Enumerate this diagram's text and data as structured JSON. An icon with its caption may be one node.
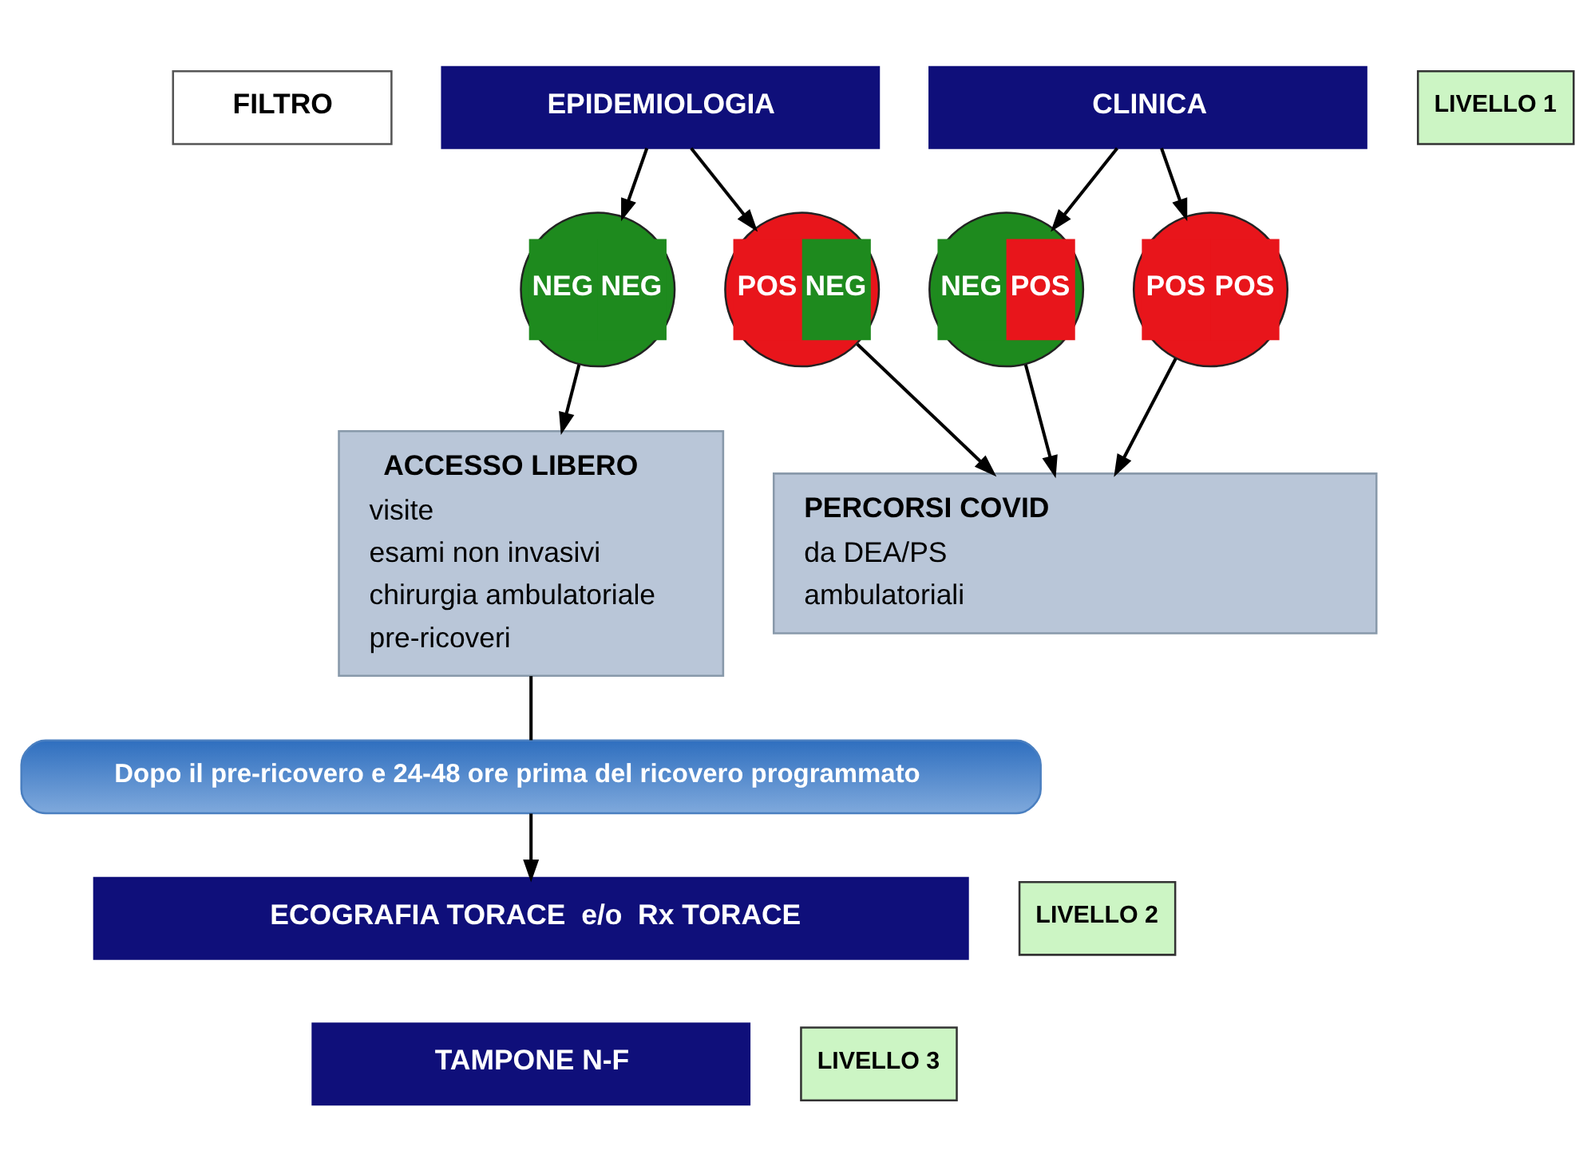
{
  "diagram": {
    "nodes": [
      {
        "text": [
          "FILTRO"
        ]
      },
      {
        "text": [
          "EPIDEMIOLOGIA"
        ]
      },
      {
        "text": [
          "CLINICA"
        ]
      },
      {
        "text": [
          "LIVELLO 1"
        ]
      },
      {
        "text": [
          "NEG",
          "NEG"
        ]
      },
      {
        "text": [
          "POS",
          "NEG"
        ]
      },
      {
        "text": [
          "NEG",
          "POS"
        ]
      },
      {
        "text": [
          "POS",
          "POS"
        ]
      },
      {
        "text": [
          "ACCESSO LIBERO",
          "visite",
          "esami non invasivi",
          "chirurgia ambulatoriale",
          "pre-ricoveri"
        ]
      },
      {
        "text": [
          "PERCORSI COVID",
          "da DEA/PS",
          "ambulatoriali"
        ]
      },
      {
        "text": [
          "Dopo il pre-ricovero e 24-48 ore prima del ricovero programmato"
        ]
      },
      {
        "text": [
          "ECOGRAFIA TORACE  e/o  Rx TORACE"
        ]
      },
      {
        "text": [
          "LIVELLO 2"
        ]
      },
      {
        "text": [
          "TAMPONE N-F"
        ]
      },
      {
        "text": [
          "LIVELLO 3"
        ]
      }
    ],
    "edges": [
      {
        "from": 1,
        "to": 4,
        "arrow": "to"
      },
      {
        "from": 1,
        "to": 5,
        "arrow": "to"
      },
      {
        "from": 2,
        "to": 6,
        "arrow": "to"
      },
      {
        "from": 2,
        "to": 7,
        "arrow": "to"
      },
      {
        "from": 4,
        "to": 8,
        "arrow": "to"
      },
      {
        "from": 5,
        "to": 9,
        "arrow": "to"
      },
      {
        "from": 6,
        "to": 9,
        "arrow": "to"
      },
      {
        "from": 7,
        "to": 9,
        "arrow": "to"
      },
      {
        "from": 8,
        "to": 10,
        "arrow": "none"
      },
      {
        "from": 10,
        "to": 11,
        "arrow": "to"
      }
    ]
  }
}
